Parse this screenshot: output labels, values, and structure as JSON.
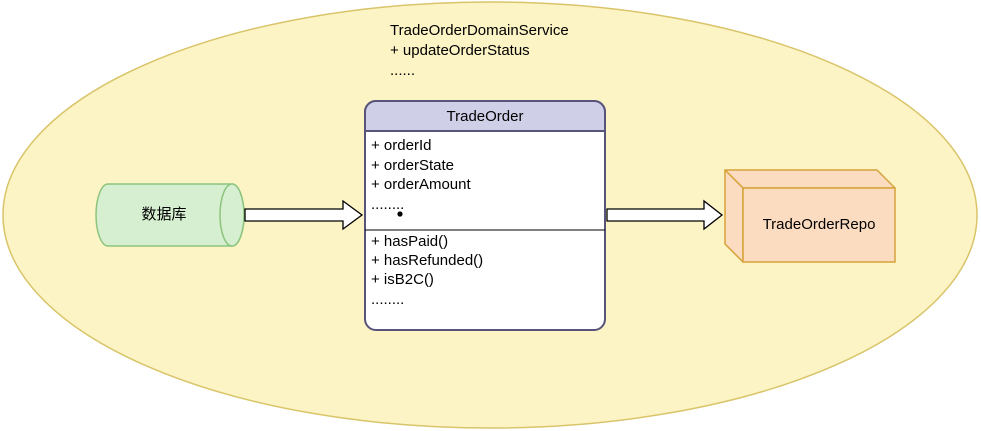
{
  "domain_service": {
    "name": "TradeOrderDomainService",
    "members": [
      "+ updateOrderStatus",
      "......"
    ]
  },
  "database": {
    "label": "数据库"
  },
  "trade_order": {
    "name": "TradeOrder",
    "attributes": [
      "+ orderId",
      "+ orderState",
      "+ orderAmount",
      "........"
    ],
    "methods": [
      "+ hasPaid()",
      "+ hasRefunded()",
      "+ isB2C()",
      "........"
    ]
  },
  "repository": {
    "label": "TradeOrderRepo"
  },
  "colors": {
    "ellipse_fill": "#fcf4c4",
    "ellipse_stroke": "#d9c46a",
    "db_fill": "#d6efd0",
    "db_stroke": "#8cc47e",
    "class_header_fill": "#d0cfe8",
    "class_stroke": "#57537a",
    "repo_fill": "#fcdcc0",
    "repo_stroke": "#d6a23a"
  }
}
